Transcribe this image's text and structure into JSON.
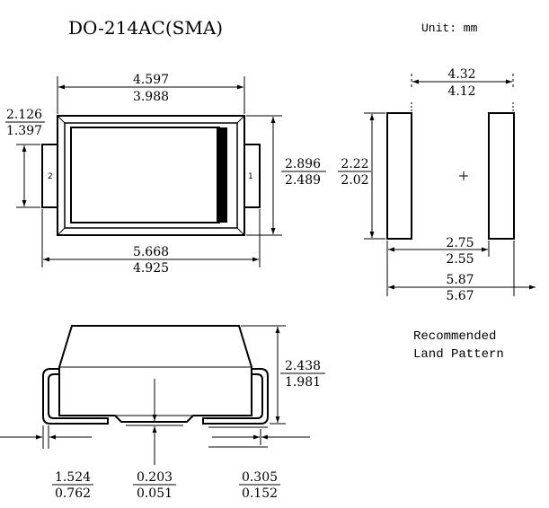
{
  "title": "DO-214AC(SMA)",
  "unit": "Unit: mm",
  "top_view": {
    "body_length_max": "4.597",
    "body_length_min": "3.988",
    "body_width_max": "2.896",
    "body_width_min": "2.489",
    "lead_width_max": "2.126",
    "lead_width_min": "1.397",
    "overall_length_max": "5.668",
    "overall_length_min": "4.925",
    "pin_left": "2",
    "pin_right": "1"
  },
  "land_pattern": {
    "pad_gap_max": "4.32",
    "pad_gap_min": "4.12",
    "pad_height_max": "2.22",
    "pad_height_min": "2.02",
    "pad_width_max": "2.75",
    "pad_width_min": "2.55",
    "overall_max": "5.87",
    "overall_min": "5.67",
    "caption_line1": "Recommended",
    "caption_line2": "Land Pattern"
  },
  "side_view": {
    "height_max": "2.438",
    "height_min": "1.981",
    "foot_length_max": "1.524",
    "foot_length_min": "0.762",
    "standoff_max": "0.203",
    "standoff_min": "0.051",
    "lead_thickness_max": "0.305",
    "lead_thickness_min": "0.152"
  }
}
